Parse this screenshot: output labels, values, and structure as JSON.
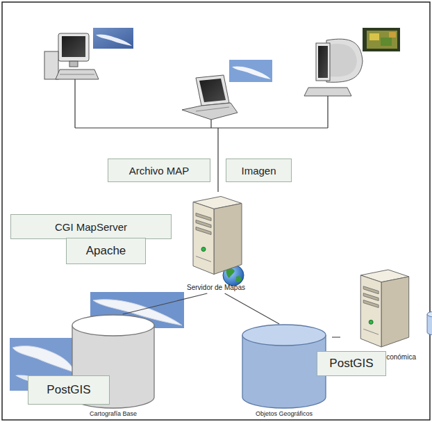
{
  "diagram": {
    "nodes": [
      {
        "text": [
          "Archivo MAP"
        ]
      },
      {
        "text": [
          "Imagen"
        ]
      },
      {
        "text": [
          "CGI MapServer"
        ]
      },
      {
        "text": [
          "Apache"
        ]
      },
      {
        "text": [
          "Servidor de Mapas"
        ]
      },
      {
        "text": [
          "BD Socio Económica"
        ]
      },
      {
        "text": [
          "Cartografía Base"
        ]
      },
      {
        "text": [
          "PostGIS"
        ]
      },
      {
        "text": [
          "Objetos Geográficos"
        ]
      },
      {
        "text": [
          "PostGIS"
        ]
      }
    ],
    "edges": [
      {
        "from": 4,
        "to": 6,
        "arrow": "none"
      },
      {
        "from": 4,
        "to": 8,
        "arrow": "none"
      },
      {
        "from": 8,
        "to": 5,
        "arrow": "none"
      }
    ]
  }
}
